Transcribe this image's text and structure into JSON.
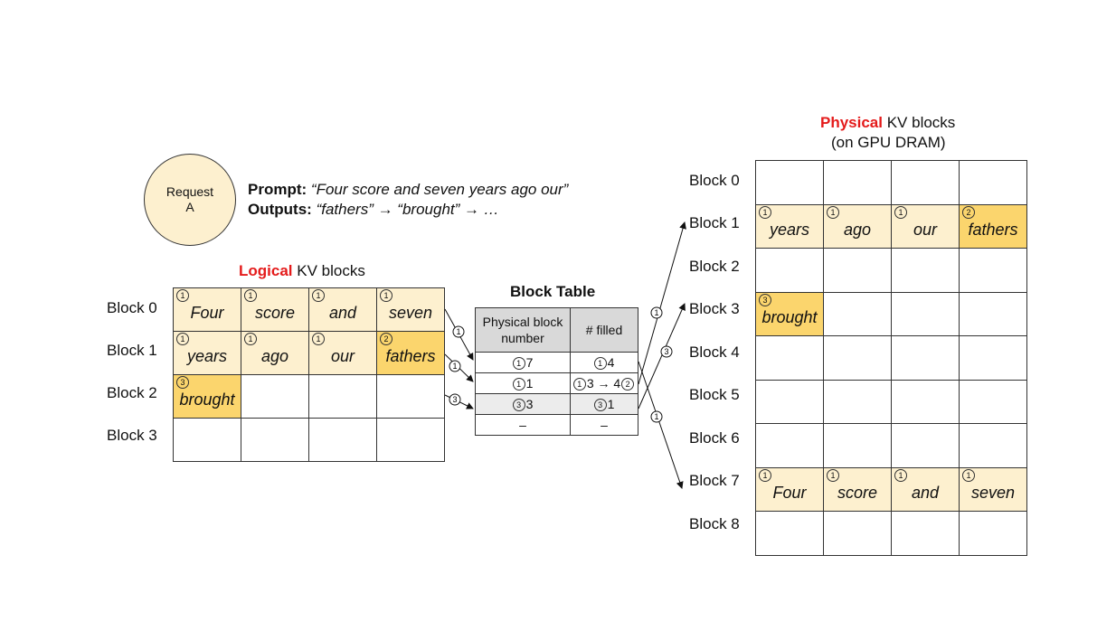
{
  "request": {
    "line1": "Request",
    "line2": "A"
  },
  "prompt": {
    "prompt_label": "Prompt:",
    "prompt_text": "“Four score and seven years ago our”",
    "outputs_label": "Outputs:",
    "outputs_text": "“fathers” → “brought” → …"
  },
  "logical": {
    "title_red": "Logical",
    "title_rest": " KV blocks",
    "rows": [
      {
        "label": "Block 0",
        "cells": [
          {
            "text": "Four",
            "badge": "1",
            "fill": "light"
          },
          {
            "text": "score",
            "badge": "1",
            "fill": "light"
          },
          {
            "text": "and",
            "badge": "1",
            "fill": "light"
          },
          {
            "text": "seven",
            "badge": "1",
            "fill": "light"
          }
        ]
      },
      {
        "label": "Block 1",
        "cells": [
          {
            "text": "years",
            "badge": "1",
            "fill": "light"
          },
          {
            "text": "ago",
            "badge": "1",
            "fill": "light"
          },
          {
            "text": "our",
            "badge": "1",
            "fill": "light"
          },
          {
            "text": "fathers",
            "badge": "2",
            "fill": "dark"
          }
        ]
      },
      {
        "label": "Block 2",
        "cells": [
          {
            "text": "brought",
            "badge": "3",
            "fill": "dark"
          },
          {
            "text": "",
            "badge": "",
            "fill": "empty"
          },
          {
            "text": "",
            "badge": "",
            "fill": "empty"
          },
          {
            "text": "",
            "badge": "",
            "fill": "empty"
          }
        ]
      },
      {
        "label": "Block 3",
        "cells": [
          {
            "text": "",
            "badge": "",
            "fill": "empty"
          },
          {
            "text": "",
            "badge": "",
            "fill": "empty"
          },
          {
            "text": "",
            "badge": "",
            "fill": "empty"
          },
          {
            "text": "",
            "badge": "",
            "fill": "empty"
          }
        ]
      }
    ]
  },
  "block_table": {
    "title": "Block Table",
    "header_physical": "Physical block number",
    "header_filled": "# filled",
    "rows": [
      {
        "phys_badge": "1",
        "phys": "7",
        "filled_badge": "1",
        "filled": "4",
        "filled_badge2": "",
        "shaded": false
      },
      {
        "phys_badge": "1",
        "phys": "1",
        "filled_badge": "1",
        "filled": "3 → 4",
        "filled_badge2": "2",
        "shaded": false
      },
      {
        "phys_badge": "3",
        "phys": "3",
        "filled_badge": "3",
        "filled": "1",
        "filled_badge2": "",
        "shaded": true
      },
      {
        "phys_badge": "",
        "phys": "–",
        "filled_badge": "",
        "filled": "–",
        "filled_badge2": "",
        "shaded": false
      }
    ]
  },
  "physical": {
    "title_red": "Physical",
    "title_rest": " KV blocks",
    "subtitle": "(on GPU DRAM)",
    "rows": [
      {
        "label": "Block 0",
        "cells": [
          {
            "text": "",
            "badge": "",
            "fill": "empty"
          },
          {
            "text": "",
            "badge": "",
            "fill": "empty"
          },
          {
            "text": "",
            "badge": "",
            "fill": "empty"
          },
          {
            "text": "",
            "badge": "",
            "fill": "empty"
          }
        ]
      },
      {
        "label": "Block 1",
        "cells": [
          {
            "text": "years",
            "badge": "1",
            "fill": "light"
          },
          {
            "text": "ago",
            "badge": "1",
            "fill": "light"
          },
          {
            "text": "our",
            "badge": "1",
            "fill": "light"
          },
          {
            "text": "fathers",
            "badge": "2",
            "fill": "dark"
          }
        ]
      },
      {
        "label": "Block 2",
        "cells": [
          {
            "text": "",
            "badge": "",
            "fill": "empty"
          },
          {
            "text": "",
            "badge": "",
            "fill": "empty"
          },
          {
            "text": "",
            "badge": "",
            "fill": "empty"
          },
          {
            "text": "",
            "badge": "",
            "fill": "empty"
          }
        ]
      },
      {
        "label": "Block 3",
        "cells": [
          {
            "text": "brought",
            "badge": "3",
            "fill": "dark"
          },
          {
            "text": "",
            "badge": "",
            "fill": "empty"
          },
          {
            "text": "",
            "badge": "",
            "fill": "empty"
          },
          {
            "text": "",
            "badge": "",
            "fill": "empty"
          }
        ]
      },
      {
        "label": "Block 4",
        "cells": [
          {
            "text": "",
            "badge": "",
            "fill": "empty"
          },
          {
            "text": "",
            "badge": "",
            "fill": "empty"
          },
          {
            "text": "",
            "badge": "",
            "fill": "empty"
          },
          {
            "text": "",
            "badge": "",
            "fill": "empty"
          }
        ]
      },
      {
        "label": "Block 5",
        "cells": [
          {
            "text": "",
            "badge": "",
            "fill": "empty"
          },
          {
            "text": "",
            "badge": "",
            "fill": "empty"
          },
          {
            "text": "",
            "badge": "",
            "fill": "empty"
          },
          {
            "text": "",
            "badge": "",
            "fill": "empty"
          }
        ]
      },
      {
        "label": "Block 6",
        "cells": [
          {
            "text": "",
            "badge": "",
            "fill": "empty"
          },
          {
            "text": "",
            "badge": "",
            "fill": "empty"
          },
          {
            "text": "",
            "badge": "",
            "fill": "empty"
          },
          {
            "text": "",
            "badge": "",
            "fill": "empty"
          }
        ]
      },
      {
        "label": "Block 7",
        "cells": [
          {
            "text": "Four",
            "badge": "1",
            "fill": "light"
          },
          {
            "text": "score",
            "badge": "1",
            "fill": "light"
          },
          {
            "text": "and",
            "badge": "1",
            "fill": "light"
          },
          {
            "text": "seven",
            "badge": "1",
            "fill": "light"
          }
        ]
      },
      {
        "label": "Block 8",
        "cells": [
          {
            "text": "",
            "badge": "",
            "fill": "empty"
          },
          {
            "text": "",
            "badge": "",
            "fill": "empty"
          },
          {
            "text": "",
            "badge": "",
            "fill": "empty"
          },
          {
            "text": "",
            "badge": "",
            "fill": "empty"
          }
        ]
      }
    ]
  },
  "arrow_badges": [
    "1",
    "1",
    "3",
    "1",
    "3",
    "1"
  ],
  "colors": {
    "light": "#fdf0cf",
    "dark": "#fbd56d",
    "accent_red": "#e41b1b",
    "header_gray": "#d9d9d9"
  }
}
